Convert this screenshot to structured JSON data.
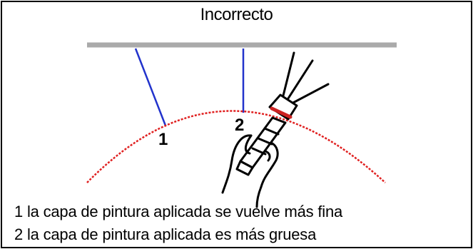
{
  "title": "Incorrecto",
  "labels": {
    "one": "1",
    "two": "2"
  },
  "captions": [
    "1 la capa de pintura aplicada se vuelve más fina",
    "2 la capa de pintura aplicada es más gruesa"
  ],
  "colors": {
    "surface": "#aaaaaa",
    "spray_lines": "#2233cc",
    "curve": "#e02020",
    "border": "#000000"
  },
  "icons": [
    "spray-gun-icon",
    "hand-icon"
  ]
}
